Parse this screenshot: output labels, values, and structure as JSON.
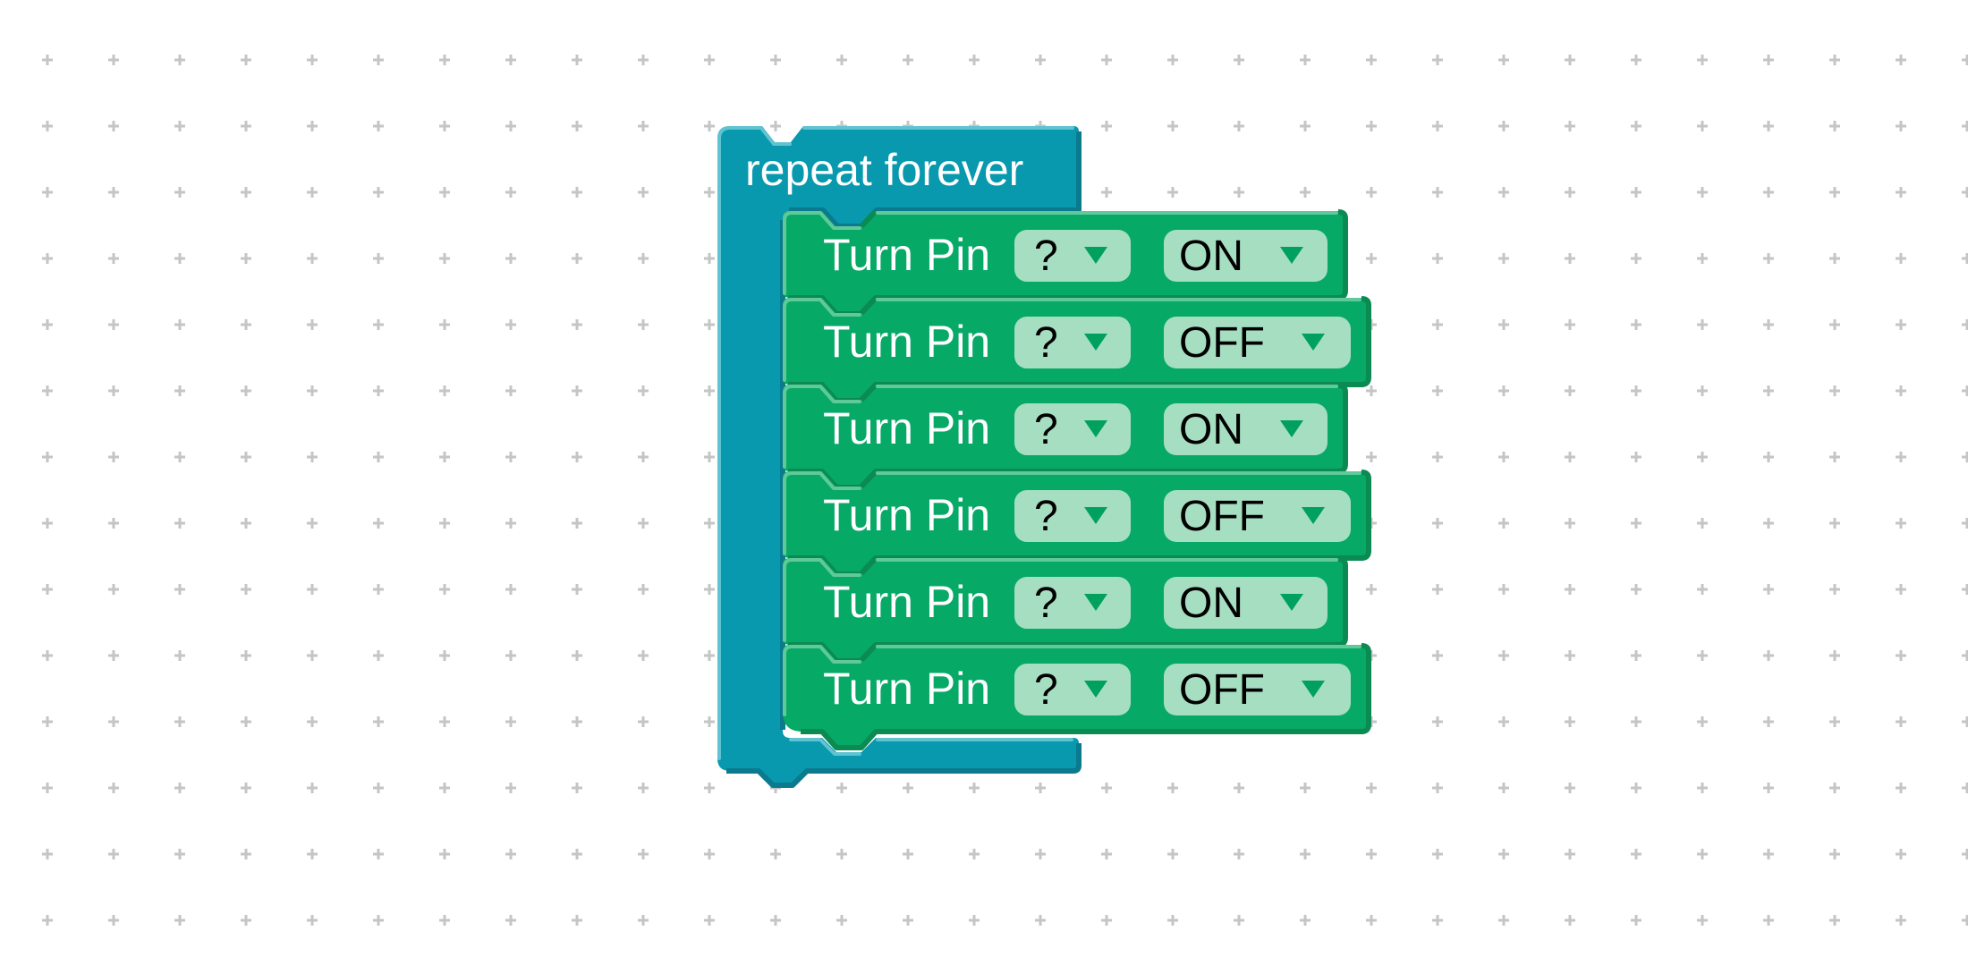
{
  "workspace": {
    "background": "#ffffff",
    "grid_cross_color": "#c5c5c5"
  },
  "colors": {
    "loop_block": "#0899ae",
    "loop_block_dark": "#0b7a8e",
    "loop_block_light": "#5fc3d1",
    "pin_block": "#07a967",
    "pin_block_dark": "#0b8a52",
    "pin_block_light": "#5fc99a",
    "dropdown_bg": "#a6dec2",
    "dropdown_arrow": "#00a05e",
    "label_text": "#ffffff",
    "dropdown_text": "#000000"
  },
  "loop_block": {
    "label": "repeat forever"
  },
  "pin_blocks": {
    "label": "Turn Pin",
    "rows": [
      {
        "pin": "?",
        "state": "ON"
      },
      {
        "pin": "?",
        "state": "OFF"
      },
      {
        "pin": "?",
        "state": "ON"
      },
      {
        "pin": "?",
        "state": "OFF"
      },
      {
        "pin": "?",
        "state": "ON"
      },
      {
        "pin": "?",
        "state": "OFF"
      }
    ]
  }
}
